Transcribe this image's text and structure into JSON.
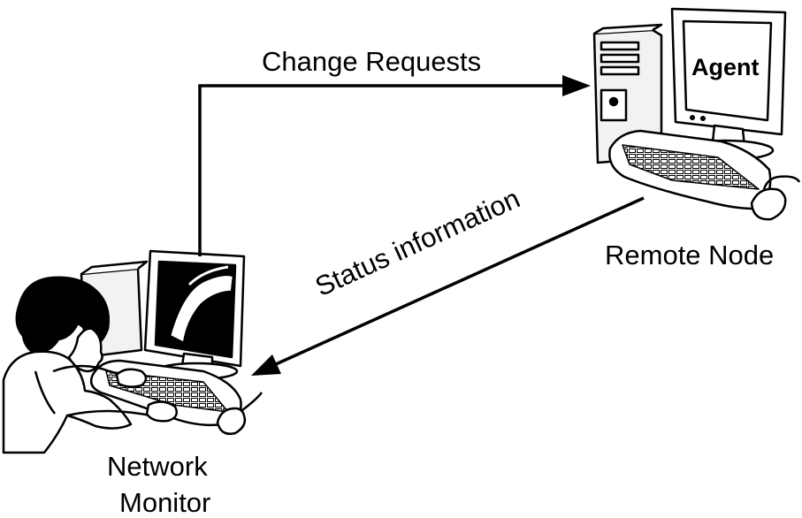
{
  "labels": {
    "change_requests": "Change Requests",
    "status_information": "Status information",
    "remote_node": "Remote Node",
    "agent": "Agent",
    "network_monitor_line1": "Network",
    "network_monitor_line2": "Monitor"
  },
  "colors": {
    "line": "#000000",
    "background": "#ffffff"
  },
  "icons": [
    "remote-computer-icon",
    "network-monitor-operator-icon"
  ]
}
